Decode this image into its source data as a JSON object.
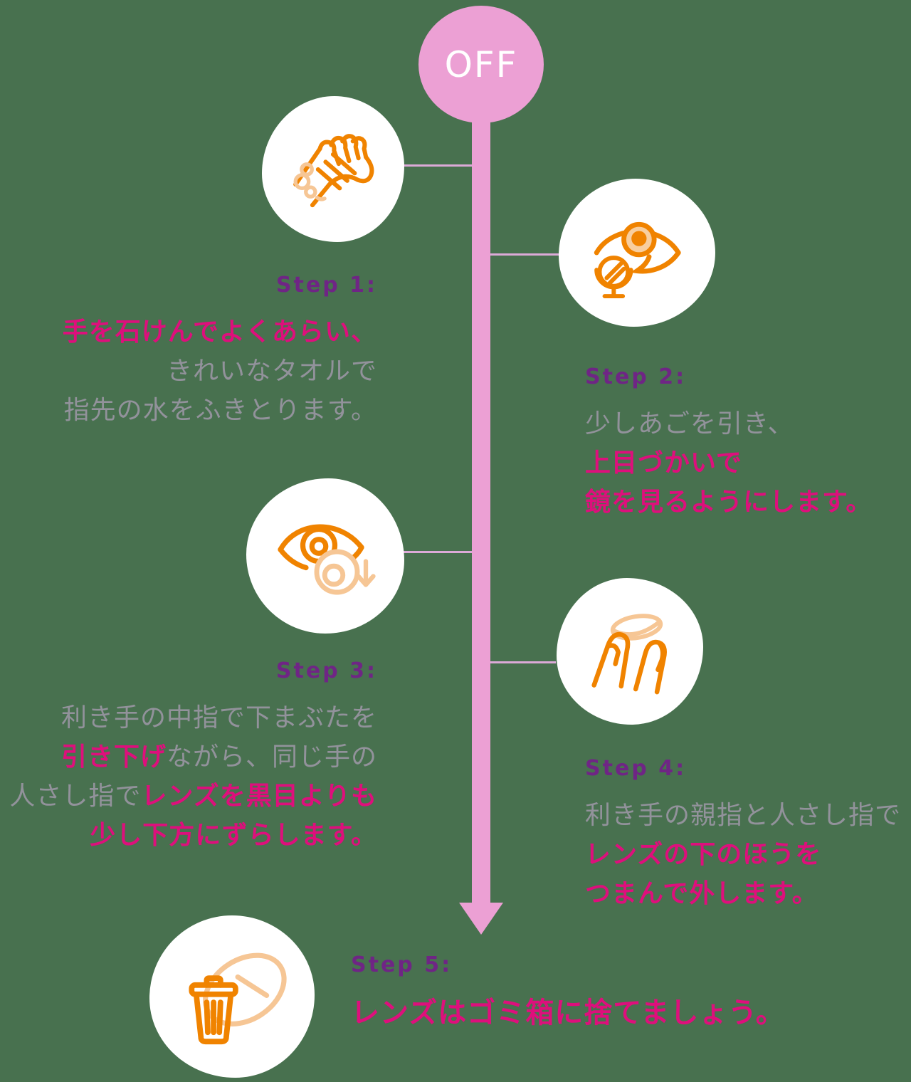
{
  "background_color": "#48714F",
  "timeline": {
    "label": "OFF",
    "bar_color": "#ECA0D4",
    "connector_color": "#DCAAD8"
  },
  "colors": {
    "step_label": "#6F2585",
    "highlight_text": "#DE0F7C",
    "muted_text": "#92929B",
    "icon_stroke": "#F08300",
    "icon_stroke_light": "#F6C695",
    "icon_background": "#FFFFFF"
  },
  "steps": [
    {
      "label": "Step 1:",
      "icon": "washing-hands-icon",
      "align": "right",
      "lines": [
        [
          {
            "text": "手を石けんでよくあらい、",
            "style": "pink"
          }
        ],
        [
          {
            "text": "きれいなタオルで",
            "style": "gray"
          }
        ],
        [
          {
            "text": "指先の水をふきとります。",
            "style": "gray"
          }
        ]
      ]
    },
    {
      "label": "Step 2:",
      "icon": "eye-mirror-icon",
      "align": "left",
      "lines": [
        [
          {
            "text": "少しあごを引き、",
            "style": "gray"
          }
        ],
        [
          {
            "text": "上目づかいで",
            "style": "pink"
          }
        ],
        [
          {
            "text": "鏡を見るようにします。",
            "style": "pink"
          }
        ]
      ]
    },
    {
      "label": "Step 3:",
      "icon": "eye-lens-down-icon",
      "align": "right",
      "lines": [
        [
          {
            "text": "利き手の中指で下まぶたを",
            "style": "gray"
          }
        ],
        [
          {
            "text": "引き下げ",
            "style": "pink"
          },
          {
            "text": "ながら、同じ手の",
            "style": "gray"
          }
        ],
        [
          {
            "text": "人さし指で",
            "style": "gray"
          },
          {
            "text": "レンズを黒目よりも",
            "style": "pink"
          }
        ],
        [
          {
            "text": "少し下方にずらします。",
            "style": "pink"
          }
        ]
      ]
    },
    {
      "label": "Step 4:",
      "icon": "pinch-lens-icon",
      "align": "left",
      "lines": [
        [
          {
            "text": "利き手の親指と人さし指で",
            "style": "gray"
          }
        ],
        [
          {
            "text": "レンズの下のほうを",
            "style": "pink"
          }
        ],
        [
          {
            "text": "つまんで外します。",
            "style": "pink"
          }
        ]
      ]
    },
    {
      "label": "Step 5:",
      "icon": "trash-lens-icon",
      "align": "left",
      "lines": [
        [
          {
            "text": "レンズはゴミ箱に捨てましょう。",
            "style": "pink"
          }
        ]
      ]
    }
  ]
}
